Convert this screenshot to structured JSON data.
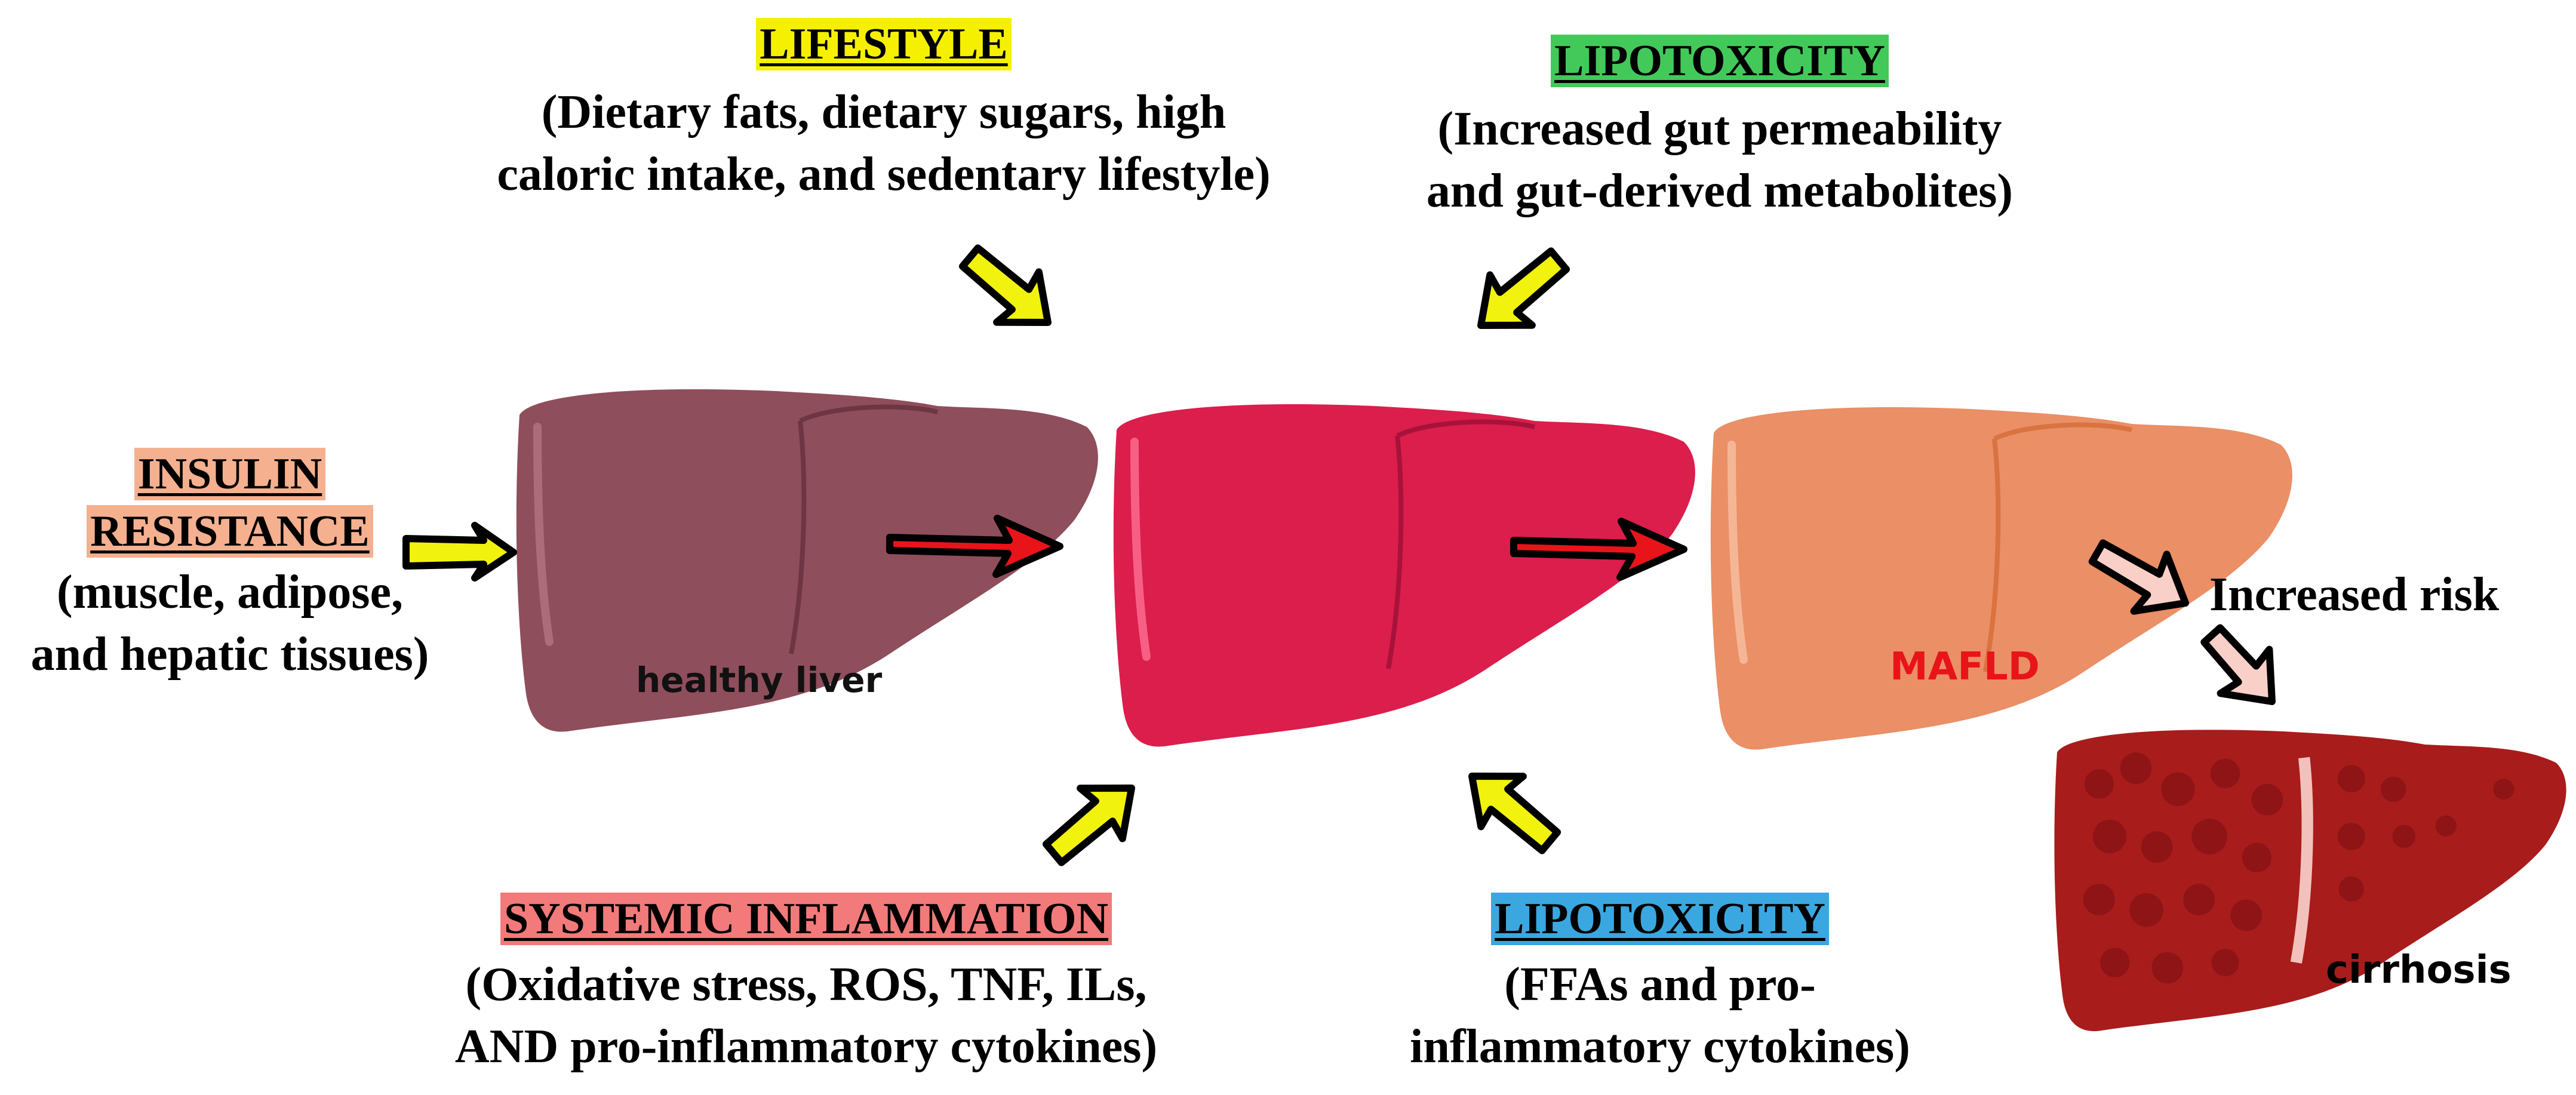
{
  "colors": {
    "lifestyle_bg": "#f4f000",
    "lipotoxicity_gut_bg": "#43c95a",
    "insulin_bg": "#f5b08f",
    "inflammation_bg": "#f27a7a",
    "lipotoxicity_ffa_bg": "#3aa7e0",
    "healthy_liver": "#8f4e5c",
    "inflamed_liver": "#db1e4c",
    "mafld_liver": "#ea8f66",
    "cirrhosis_liver": "#a81c1c",
    "progression_arrow": "#e8141a",
    "factor_arrow_fill": "#f2f20f",
    "risk_arrow_fill": "#f8d0c7",
    "mafld_label": "#e8141a"
  },
  "factors": {
    "lifestyle": {
      "heading": "LIFESTYLE",
      "description": "(Dietary fats, dietary sugars, high\ncaloric intake, and sedentary lifestyle)"
    },
    "lipotoxicity_gut": {
      "heading": "LIPOTOXICITY",
      "description": "(Increased gut permeability\nand gut-derived metabolites)"
    },
    "insulin_resistance": {
      "heading_line1": "INSULIN",
      "heading_line2": "RESISTANCE",
      "description": "(muscle, adipose,\nand hepatic tissues)"
    },
    "systemic_inflammation": {
      "heading": "SYSTEMIC INFLAMMATION",
      "description": "(Oxidative stress, ROS, TNF, ILs,\nAND pro-inflammatory cytokines)"
    },
    "lipotoxicity_ffa": {
      "heading": "LIPOTOXICITY",
      "description": "(FFAs and pro-\ninflammatory cytokines)"
    }
  },
  "stages": {
    "healthy_label": "healthy liver",
    "mafld_label": "MAFLD",
    "risk_label": "Increased risk",
    "cirrhosis_label": "cirrhosis"
  }
}
